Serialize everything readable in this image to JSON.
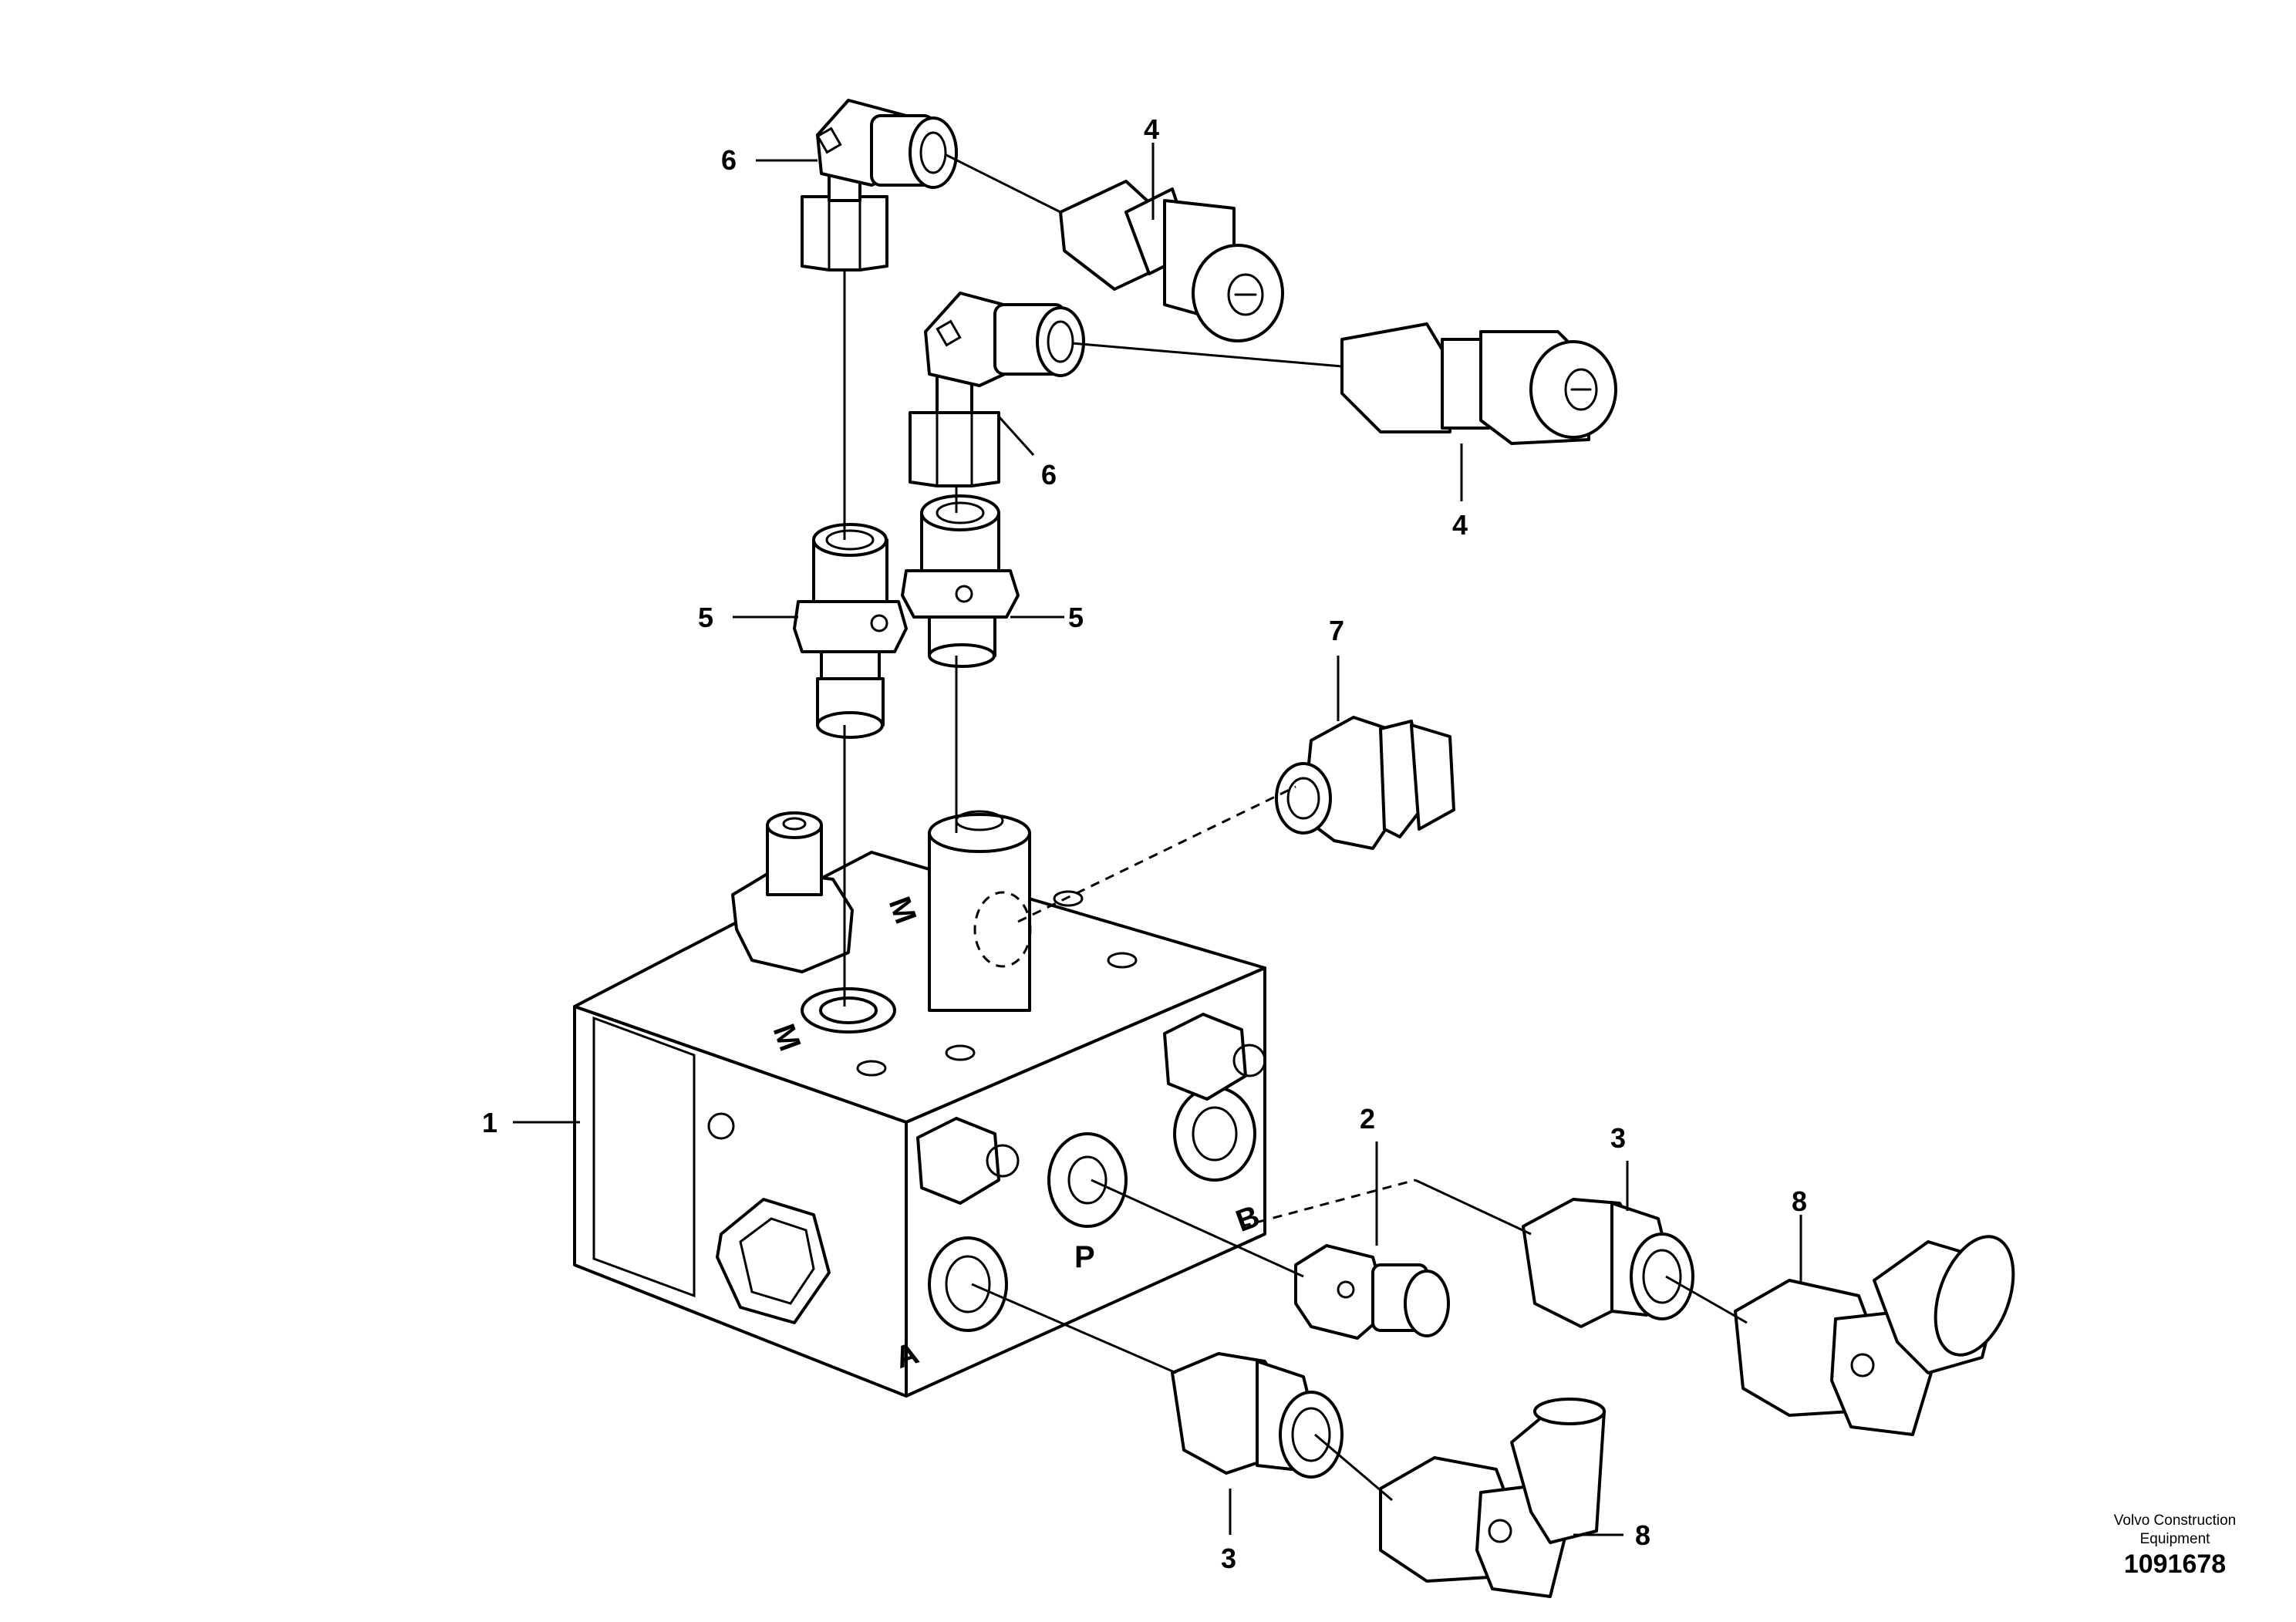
{
  "callouts": {
    "c1": "1",
    "c2": "2",
    "c3a": "3",
    "c3b": "3",
    "c4a": "4",
    "c4b": "4",
    "c5a": "5",
    "c5b": "5",
    "c6a": "6",
    "c6b": "6",
    "c7": "7",
    "c8a": "8",
    "c8b": "8"
  },
  "ports": {
    "a": "A",
    "p": "P",
    "b": "B",
    "m1": "M",
    "m2": "M"
  },
  "credit": {
    "line1": "Volvo Construction",
    "line2": "Equipment",
    "drawing_number": "1091678"
  }
}
